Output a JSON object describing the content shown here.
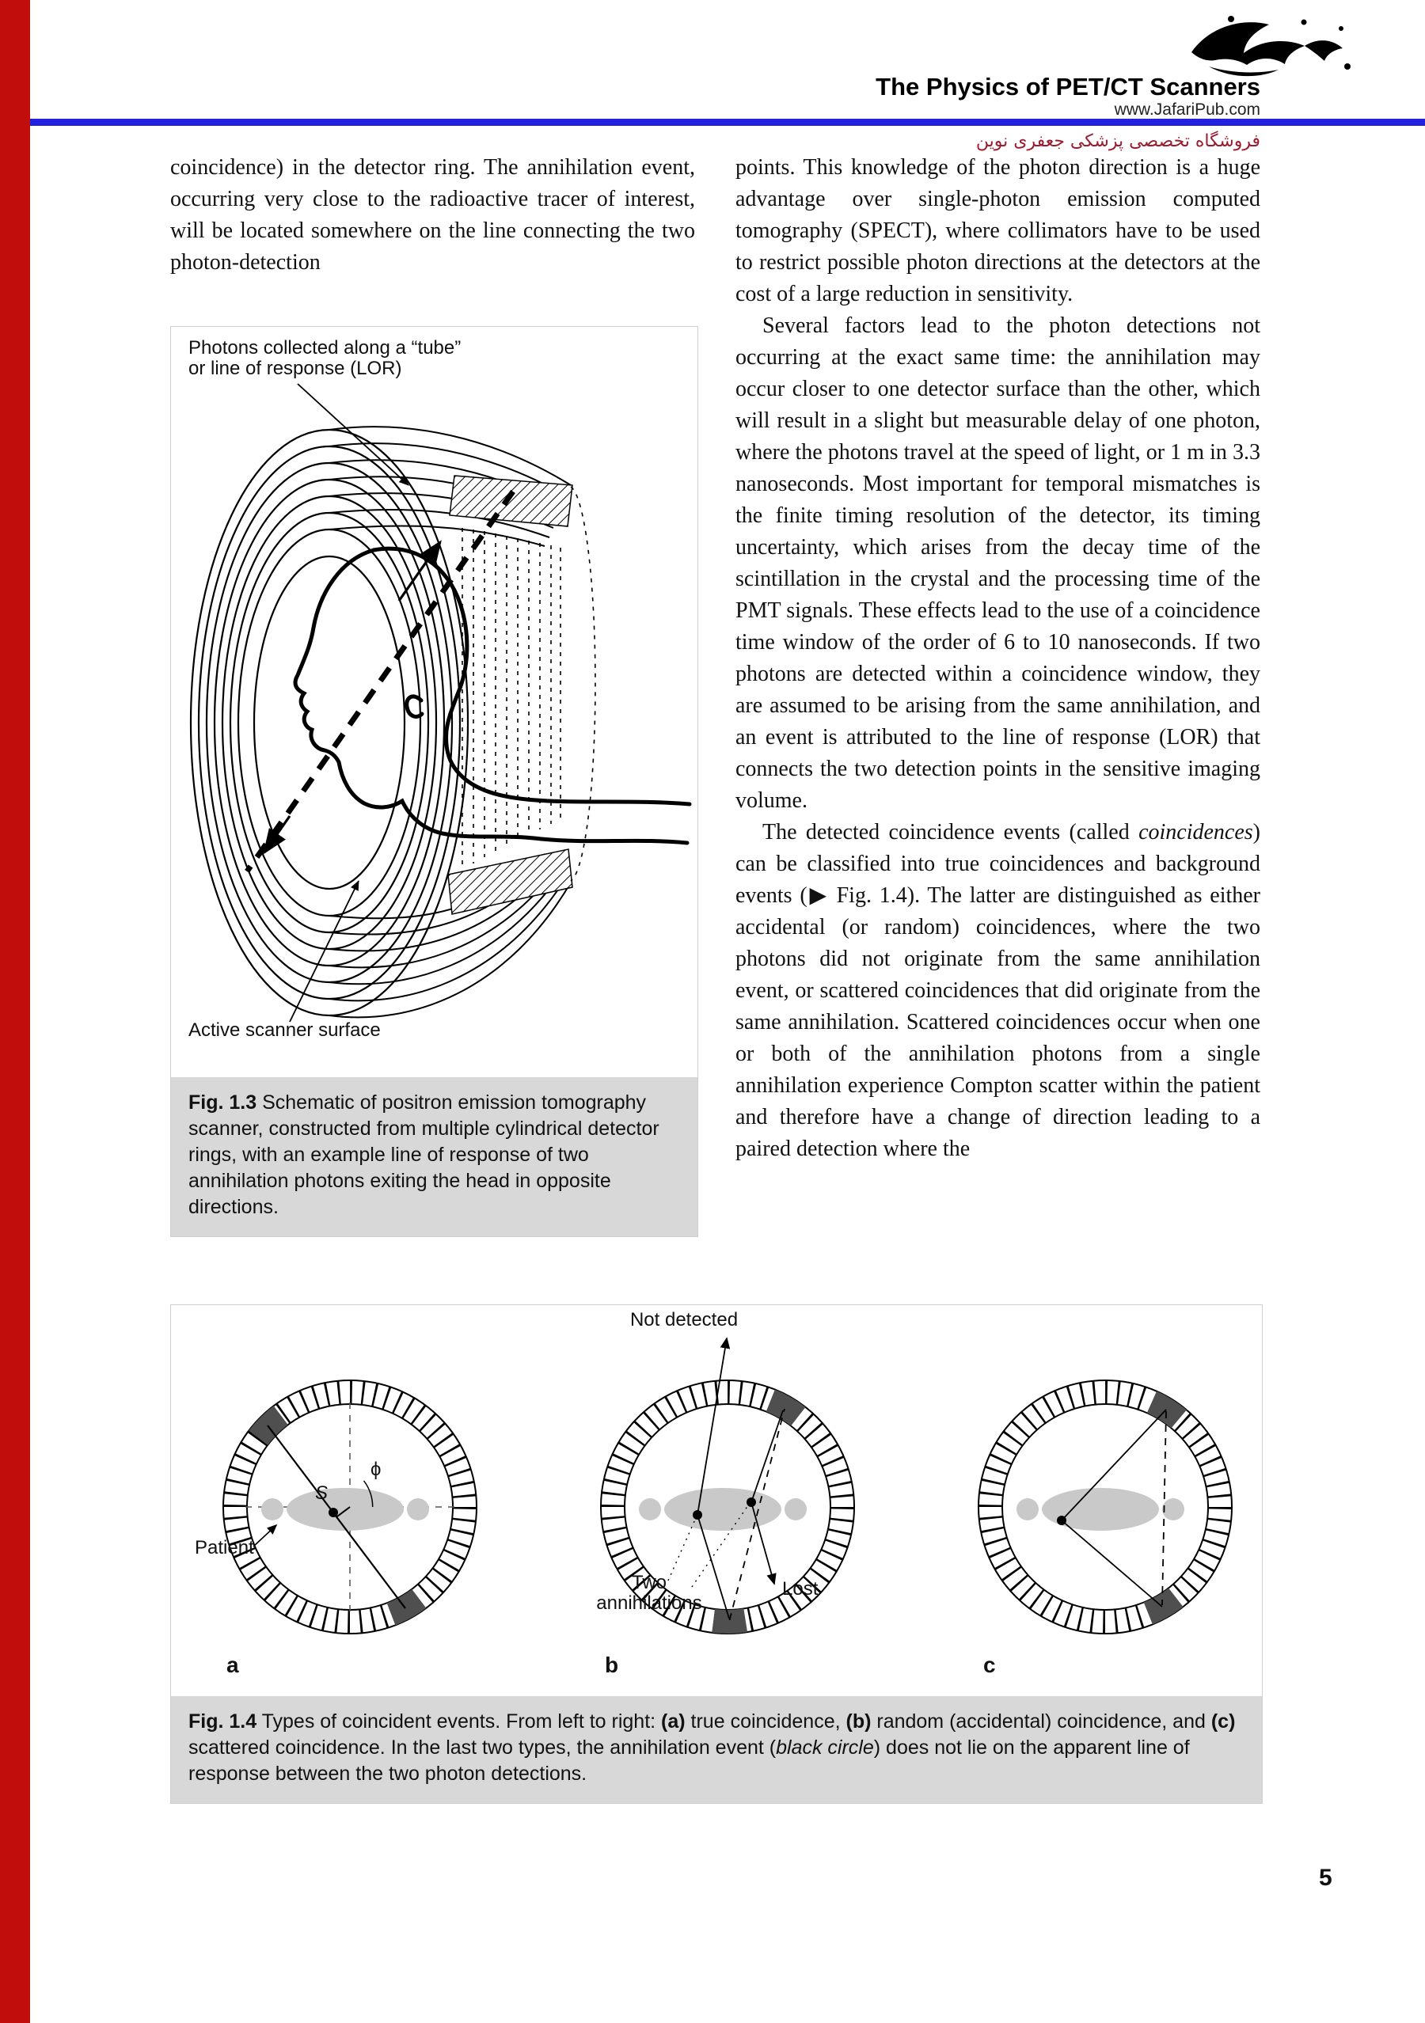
{
  "colors": {
    "red_bar": "#c20d0d",
    "blue_rule": "#2121df",
    "caption_background": "#d8d8d8",
    "persian_text": "#9b1c2e",
    "patient_gray": "#c9c9c9",
    "detector_dark": "#4f4f4f"
  },
  "header": {
    "title": "The Physics of PET/CT Scanners",
    "website": "www.JafariPub.com",
    "persian_note": "فروشگاه تخصصی پزشکی جعفری نوین"
  },
  "page_number": "5",
  "left_column": {
    "para1": "coincidence) in the detector ring. The annihilation event, occurring very close to the radioactive tracer of interest, will be located somewhere on the line connecting the two photon-detection"
  },
  "right_column": {
    "para1": "points. This knowledge of the photon direction is a huge advantage over single-photon emission computed tomography (SPECT), where collimators have to be used to restrict possible photon directions at the detectors at the cost of a large reduction in sensitivity.",
    "para2": "Several factors lead to the photon detections not occurring at the exact same time: the annihilation may occur closer to one detector surface than the other, which will result in a slight but measurable delay of one photon, where the photons travel at the speed of light, or 1 m in 3.3 nanoseconds. Most important for temporal mismatches is the finite timing resolution of the detector, its timing uncertainty, which arises from the decay time of the scintillation in the crystal and the processing time of the PMT signals. These effects lead to the use of a coincidence time window of the order of 6 to 10 nanoseconds. If two photons are detected within a coincidence window, they are assumed to be arising from the same annihilation, and an event is attributed to the line of response (LOR) that connects the two detection points in the sensitive imaging volume.",
    "para3_a": "The detected coincidence events (called ",
    "para3_italic": "coincidences",
    "para3_b": ") can be classified into true coincidences and background events (▶ Fig. 1.4). The latter are distinguished as either accidental (or random) coincidences, where the two photons did not originate from the same annihilation event, or scattered coincidences that did originate from the same annihilation. Scattered coincidences occur when one or both of the annihilation photons from a single annihilation experience Compton scatter within the patient and therefore have a change of direction leading to a paired detection where the"
  },
  "fig3": {
    "label_photons_line1": "Photons collected along a “tube”",
    "label_photons_line2": "or line of response (LOR)",
    "label_surface": "Active scanner surface",
    "caption_label": "Fig. 1.3",
    "caption_text": " Schematic of positron emission tomography scanner, constructed from multiple cylindrical detector rings, with an example line of response of two annihilation photons exiting the head in opposite directions."
  },
  "fig4": {
    "label_not_detected": "Not detected",
    "label_patient": "Patient",
    "label_s": "S",
    "label_phi": "ϕ",
    "label_two": "Two",
    "label_annihilations": "annihilations",
    "label_lost": "Lost",
    "panel_a": "a",
    "panel_b": "b",
    "panel_c": "c",
    "caption_label": "Fig. 1.4",
    "caption_1": " Types of coincident events. From left to right: ",
    "caption_a": "(a)",
    "caption_2": " true coincidence, ",
    "caption_b": "(b)",
    "caption_3": " random (accidental) coincidence, and ",
    "caption_c": "(c)",
    "caption_4": " scattered coincidence. In the last two types, the annihilation event (",
    "caption_italic": "black circle",
    "caption_5": ") does not lie on the apparent line of response between the two photon detections."
  }
}
